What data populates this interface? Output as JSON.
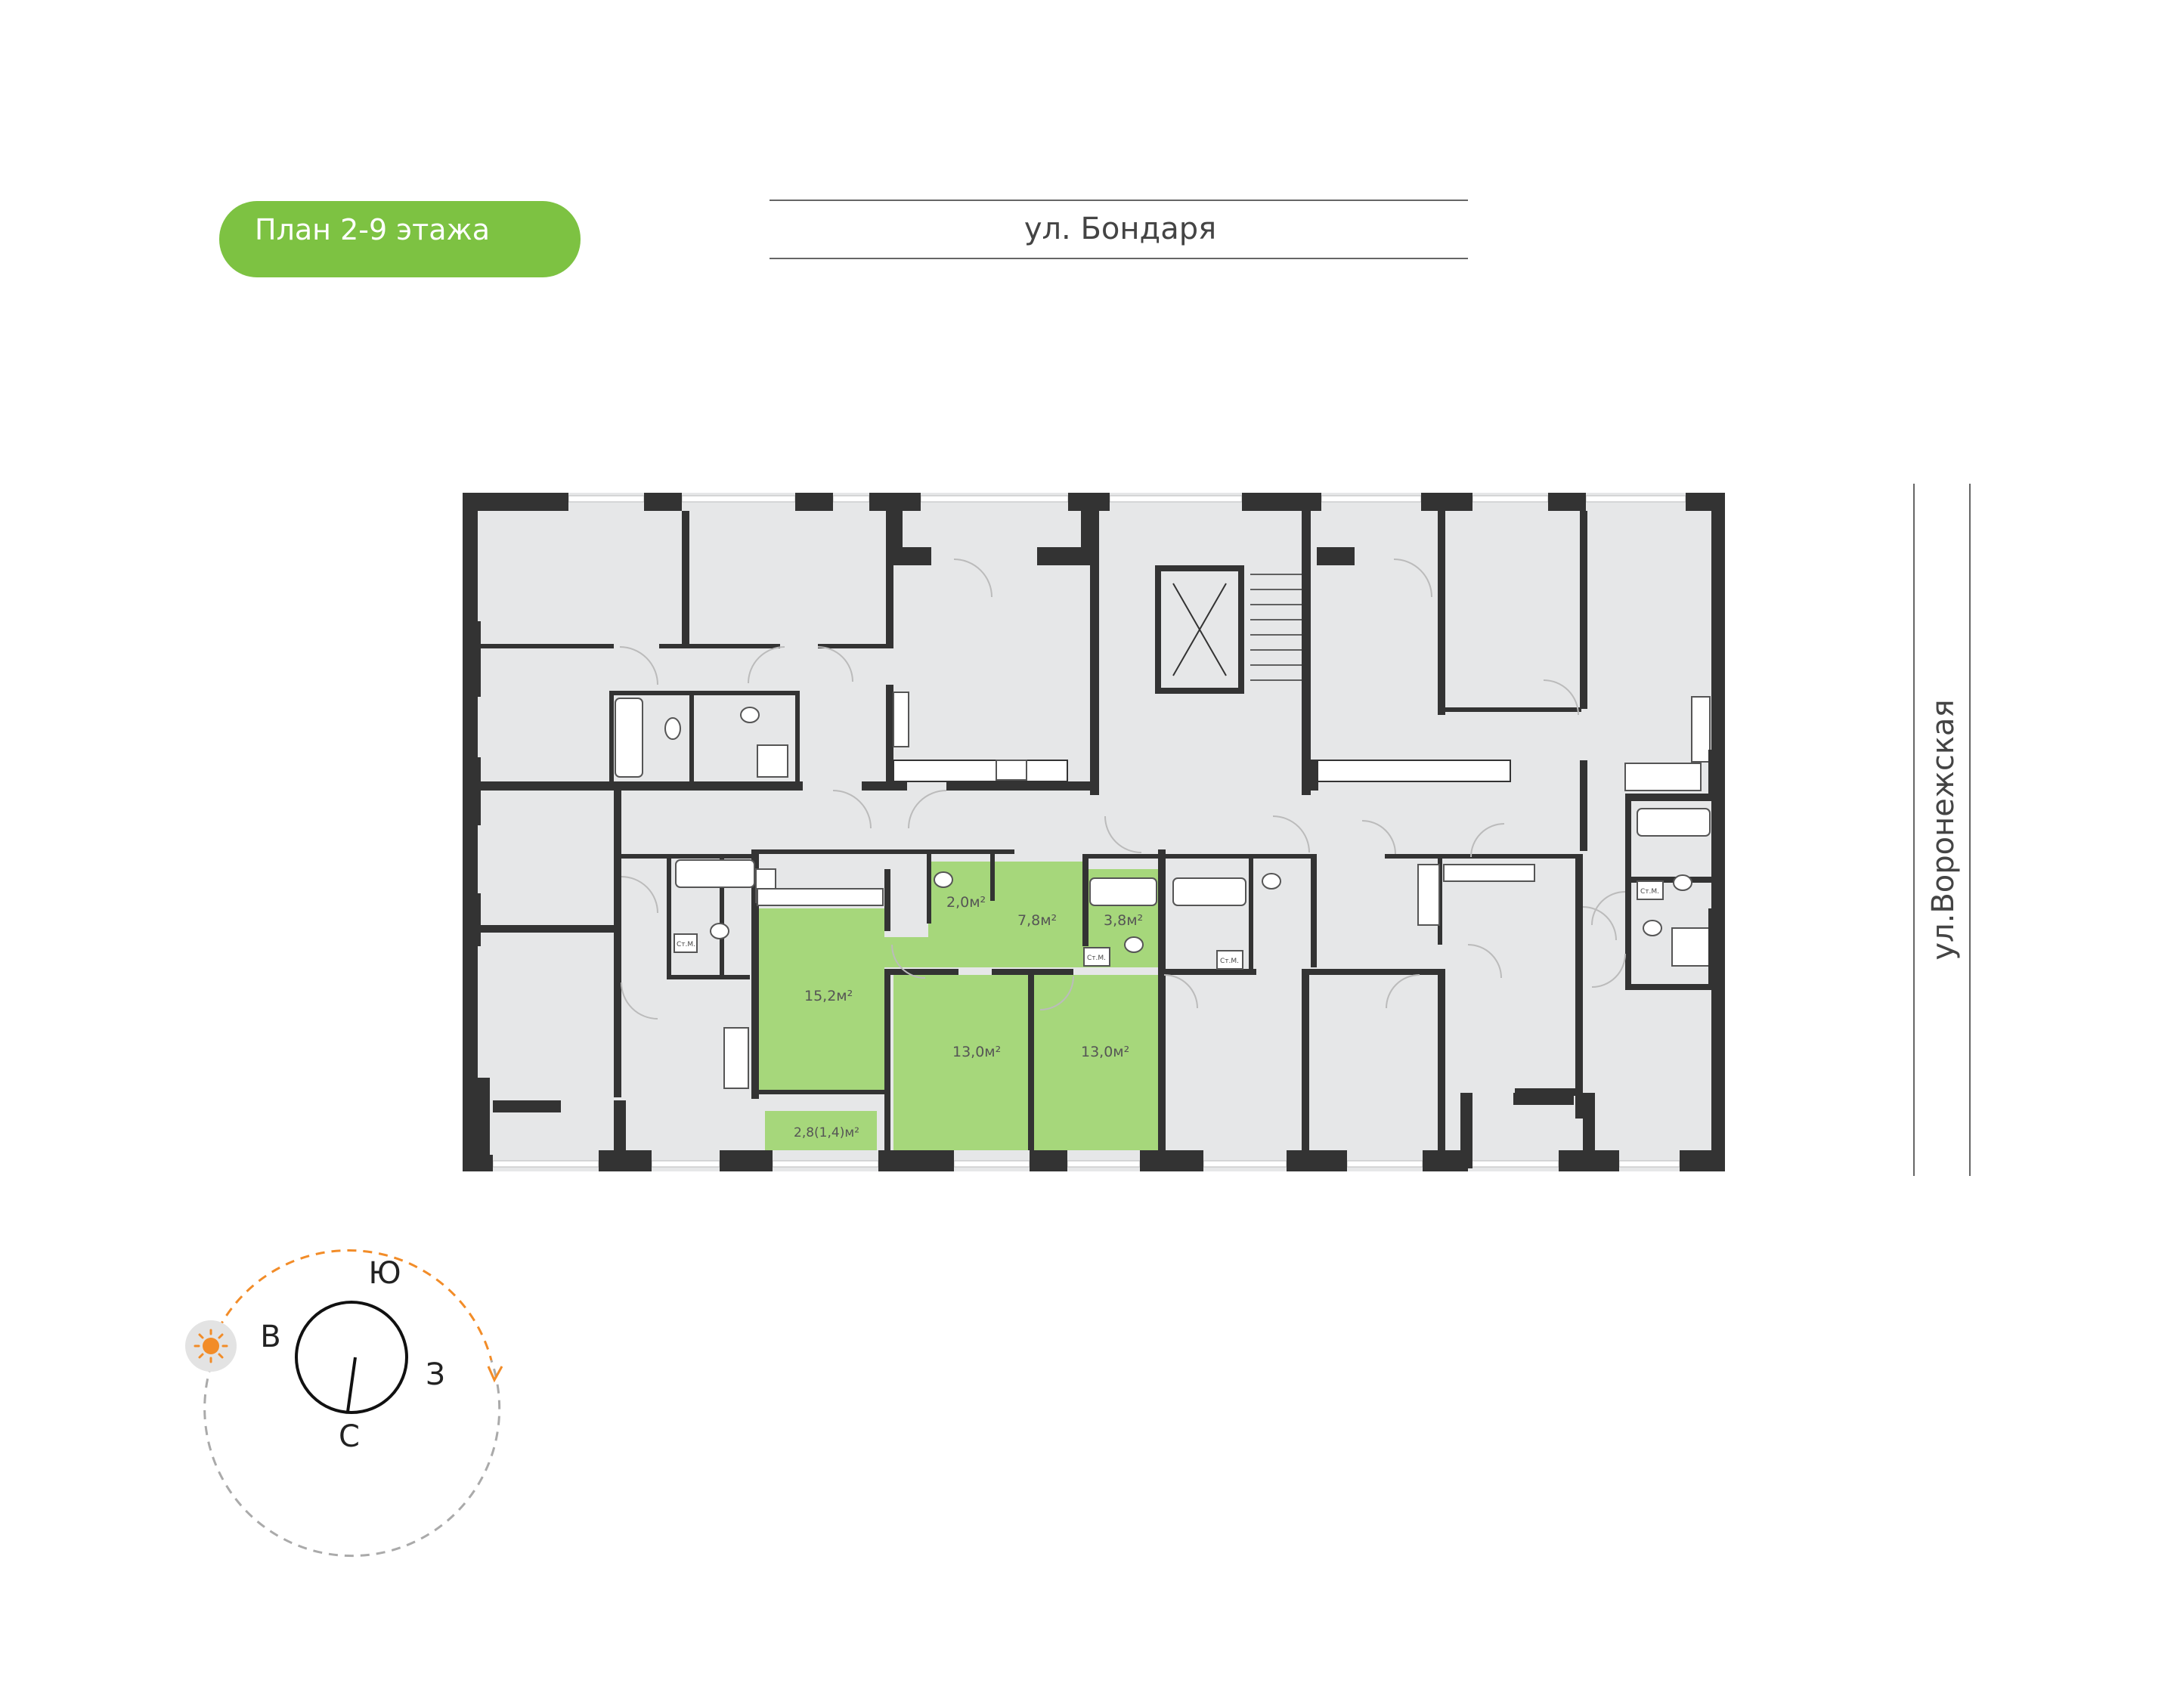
{
  "floor_badge": {
    "label": "План 2-9 этажа",
    "color": "#7dc242"
  },
  "streets": {
    "top": "ул.  Бондаря",
    "right": "ул.Воронежская"
  },
  "selected_apartment": {
    "color": "#a6d77b",
    "rooms": [
      {
        "id": "kitchen-living",
        "area": "15,2м²"
      },
      {
        "id": "wc",
        "area": "2,0м²"
      },
      {
        "id": "hall",
        "area": "7,8м²"
      },
      {
        "id": "bathroom",
        "area": "3,8м²"
      },
      {
        "id": "bedroom-1",
        "area": "13,0м²"
      },
      {
        "id": "bedroom-2",
        "area": "13,0м²"
      },
      {
        "id": "balcony",
        "area": "2,8(1,4)м²"
      }
    ]
  },
  "fixture_labels": {
    "washer": "Ст.М."
  },
  "compass": {
    "south": "Ю",
    "east": "В",
    "west": "З",
    "north": "С",
    "sun_color": "#f28c28",
    "sun_icon": "sun-icon"
  },
  "colors": {
    "wall": "#333333",
    "room": "#e6e7e8",
    "background": "#ffffff"
  }
}
